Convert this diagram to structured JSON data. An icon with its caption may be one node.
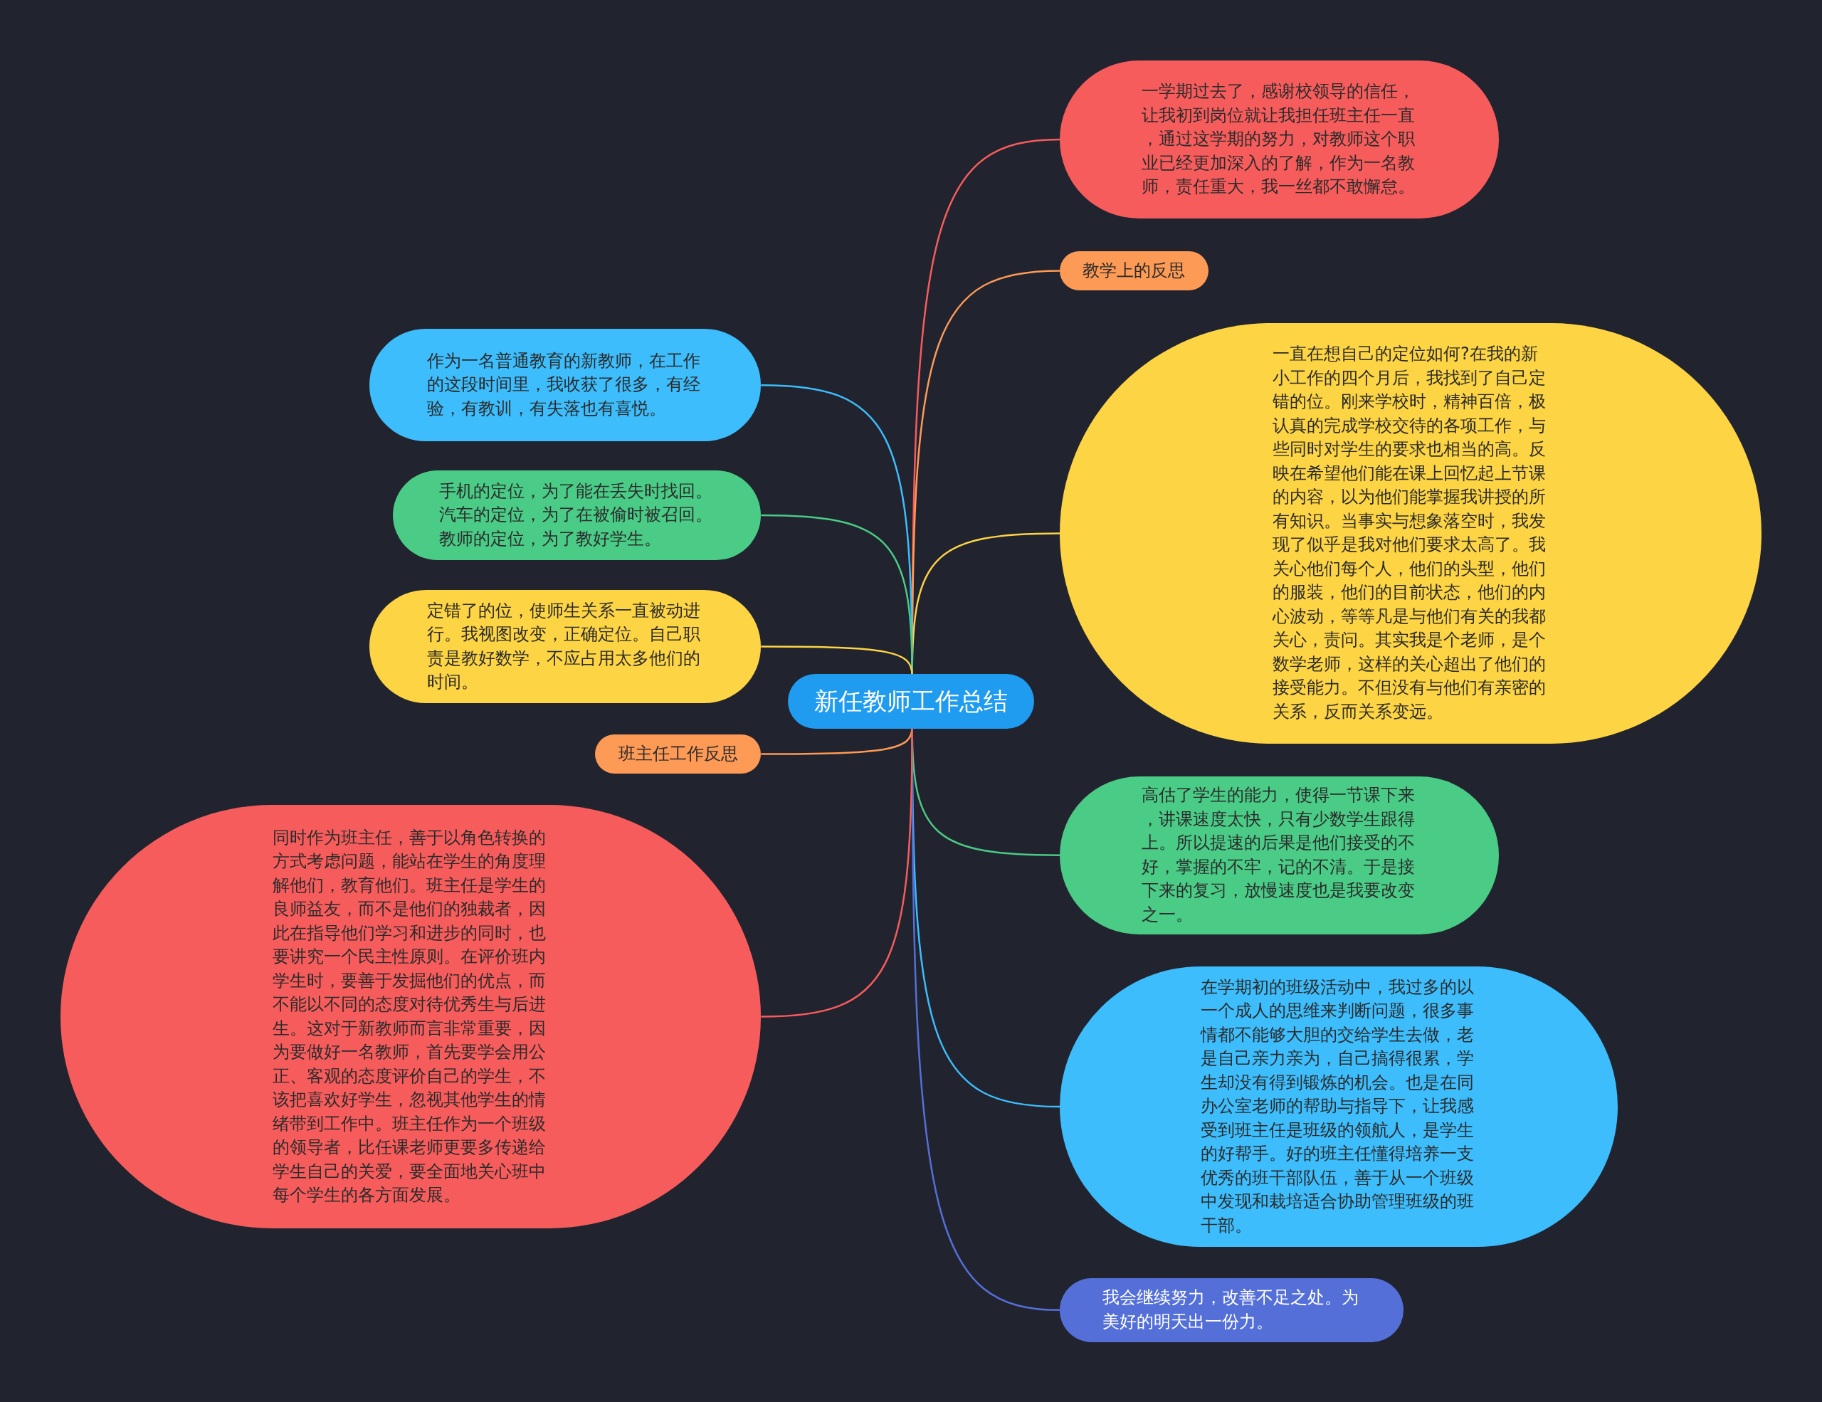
{
  "diagram": {
    "nodes": [
      {
        "text": [
          "新任教师工作总结"
        ]
      },
      {
        "text": [
          "一学期过去了，感谢校领导的信任，让我初到岗位就让我担任班主任一直，通过这学期的努力，对教师这个职业已经更加深入的了解，作为一名教师，责任重大，我一丝都不敢懈怠。"
        ]
      },
      {
        "text": [
          "教学上的反思"
        ]
      },
      {
        "text": [
          "一直在想自己的定位如何?在我的新小工作的四个月后，我找到了自己定错的位。刚来学校时，精神百倍，极认真的完成学校交待的各项工作，与些同时对学生的要求也相当的高。反映在希望他们能在课上回忆起上节课的内容，以为他们能掌握我讲授的所有知识。当事实与想象落空时，我发现了似乎是我对他们要求太高了。我关心他们每个人，他们的头型，他们的服装，他们的目前状态，他们的内心波动，等等凡是与他们有关的我都关心，责问。其实我是个老师，是个数学老师，这样的关心超出了他们的接受能力。不但没有与他们有亲密的关系，反而关系变远。"
        ]
      },
      {
        "text": [
          "高估了学生的能力，使得一节课下来，讲课速度太快，只有少数学生跟得上。所以提速的后果是他们接受的不好，掌握的不牢，记的不清。于是接下来的复习，放慢速度也是我要改变之一。"
        ]
      },
      {
        "text": [
          "在学期初的班级活动中，我过多的以一个成人的思维来判断问题，很多事情都不能够大胆的交给学生去做，老是自己亲力亲为，自己搞得很累，学生却没有得到锻炼的机会。也是在同办公室老师的帮助与指导下，让我感受到班主任是班级的领航人，是学生的好帮手。好的班主任懂得培养一支优秀的班干部队伍，善于从一个班级中发现和栽培适合协助管理班级的班干部。"
        ]
      },
      {
        "text": [
          "我会继续努力，改善不足之处。为美好的明天出一份力。"
        ]
      },
      {
        "text": [
          "作为一名普通教育的新教师，在工作的这段时间里，我收获了很多，有经验，有教训，有失落也有喜悦。"
        ]
      },
      {
        "text": [
          "手机的定位，为了能在丢失时找回。汽车的定位，为了在被偷时被召回。教师的定位，为了教好学生。"
        ]
      },
      {
        "text": [
          "定错了的位，使师生关系一直被动进行。我视图改变，正确定位。自己职责是教好数学，不应占用太多他们的时间。"
        ]
      },
      {
        "text": [
          "班主任工作反思"
        ]
      },
      {
        "text": [
          "同时作为班主任，善于以角色转换的方式考虑问题，能站在学生的角度理解他们，教育他们。班主任是学生的良师益友，而不是他们的独裁者，因此在指导他们学习和进步的同时，也要讲究一个民主性原则。在评价班内学生时，要善于发掘他们的优点，而不能以不同的态度对待优秀生与后进生。这对于新教师而言非常重要，因为要做好一名教师，首先要学会用公正、客观的态度评价自己的学生，不该把喜欢好学生，忽视其他学生的情绪带到工作中。班主任作为一个班级的领导者，比任课老师更要多传递给学生自己的关爱，要全面地关心班中每个学生的各方面发展。"
        ]
      }
    ],
    "edges": [
      {
        "from": 0,
        "to": 1,
        "arrow": "none",
        "color": "#f75c5c"
      },
      {
        "from": 0,
        "to": 2,
        "arrow": "none",
        "color": "#fd9a55"
      },
      {
        "from": 0,
        "to": 3,
        "arrow": "none",
        "color": "#fdd444"
      },
      {
        "from": 0,
        "to": 4,
        "arrow": "none",
        "color": "#4acb86"
      },
      {
        "from": 0,
        "to": 5,
        "arrow": "none",
        "color": "#3dbdfc"
      },
      {
        "from": 0,
        "to": 6,
        "arrow": "none",
        "color": "#5470d8"
      },
      {
        "from": 0,
        "to": 7,
        "arrow": "none",
        "color": "#3dbdfc"
      },
      {
        "from": 0,
        "to": 8,
        "arrow": "none",
        "color": "#4acb86"
      },
      {
        "from": 0,
        "to": 9,
        "arrow": "none",
        "color": "#fdd444"
      },
      {
        "from": 0,
        "to": 10,
        "arrow": "none",
        "color": "#fd9a55"
      },
      {
        "from": 0,
        "to": 11,
        "arrow": "none",
        "color": "#f75c5c"
      }
    ]
  }
}
